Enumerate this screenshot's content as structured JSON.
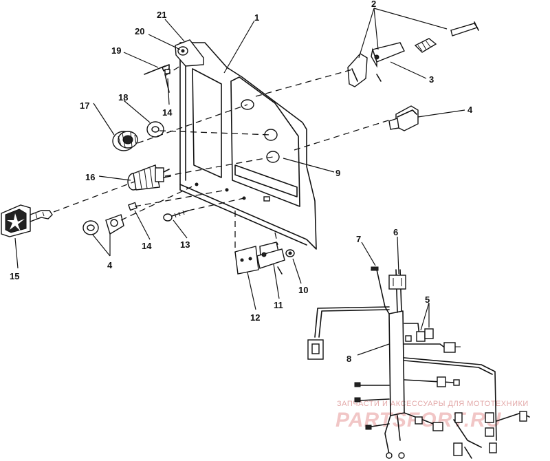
{
  "callouts": [
    {
      "id": "1",
      "text": "1"
    },
    {
      "id": "2",
      "text": "2"
    },
    {
      "id": "3",
      "text": "3"
    },
    {
      "id": "4a",
      "text": "4"
    },
    {
      "id": "4b",
      "text": "4"
    },
    {
      "id": "5",
      "text": "5"
    },
    {
      "id": "6",
      "text": "6"
    },
    {
      "id": "7",
      "text": "7"
    },
    {
      "id": "8",
      "text": "8"
    },
    {
      "id": "9",
      "text": "9"
    },
    {
      "id": "10",
      "text": "10"
    },
    {
      "id": "11",
      "text": "11"
    },
    {
      "id": "12",
      "text": "12"
    },
    {
      "id": "13",
      "text": "13"
    },
    {
      "id": "14a",
      "text": "14"
    },
    {
      "id": "14b",
      "text": "14"
    },
    {
      "id": "15",
      "text": "15"
    },
    {
      "id": "16",
      "text": "16"
    },
    {
      "id": "17",
      "text": "17"
    },
    {
      "id": "18",
      "text": "18"
    },
    {
      "id": "19",
      "text": "19"
    },
    {
      "id": "20",
      "text": "20"
    },
    {
      "id": "21",
      "text": "21"
    }
  ],
  "watermark": {
    "top_text": "ЗАПЧАСТИ И АКСЕССУАРЫ ДЛЯ МОТОТЕХНИКИ",
    "logo_text": "PARTSFORT.RU"
  },
  "colors": {
    "line": "#111111",
    "background": "#ffffff",
    "watermark": "#e8b4b4"
  }
}
